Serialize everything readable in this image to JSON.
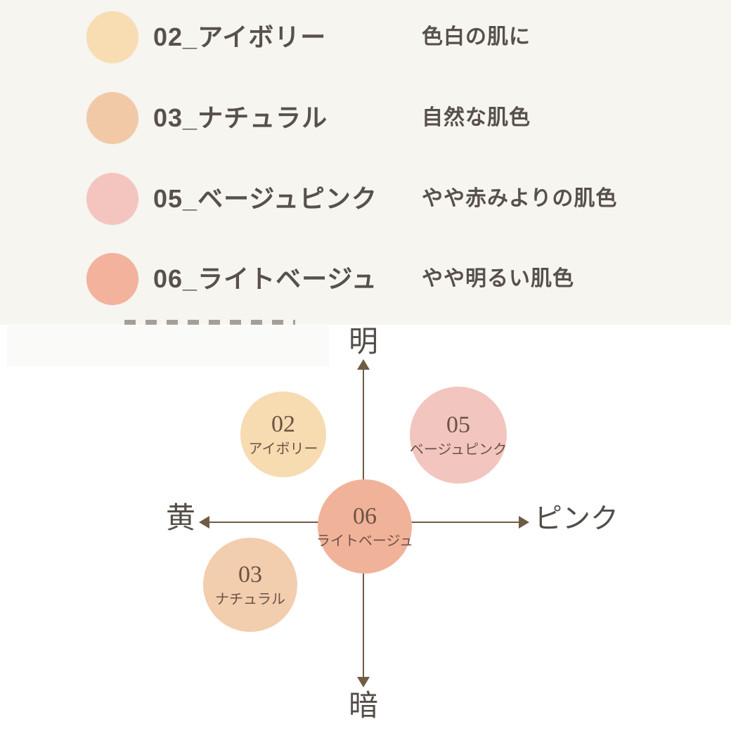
{
  "palette": {
    "page_bg": "#ffffff",
    "list_bg": "#f7f5f0",
    "list_text": "#57504b",
    "axis_color": "#6f5c45",
    "axis_label_color": "#544e48",
    "circle_text_color": "#6b5342"
  },
  "shade_list": {
    "items": [
      {
        "code": "02",
        "name": "アイボリー",
        "label": "02_アイボリー",
        "description": "色白の肌に",
        "color": "#f8dcb2"
      },
      {
        "code": "03",
        "name": "ナチュラル",
        "label": "03_ナチュラル",
        "description": "自然な肌色",
        "color": "#f2c9a6"
      },
      {
        "code": "05",
        "name": "ベージュピンク",
        "label": "05_ベージュピンク",
        "description": "やや赤みよりの肌色",
        "color": "#f4c5bf"
      },
      {
        "code": "06",
        "name": "ライトベージュ",
        "label": "06_ライトベージュ",
        "description": "やや明るい肌色",
        "color": "#f2b29b"
      }
    ]
  },
  "shade_map": {
    "type": "positioning-map",
    "axis_labels": {
      "top": "明",
      "bottom": "暗",
      "left": "黄",
      "right": "ピンク"
    },
    "points": [
      {
        "code": "02",
        "name": "アイボリー",
        "color": "#f7dbb1",
        "position": {
          "x": -0.5,
          "y": 0.56
        }
      },
      {
        "code": "05",
        "name": "ベージュピンク",
        "color": "#f2c5bf",
        "position": {
          "x": 0.58,
          "y": 0.53
        }
      },
      {
        "code": "06",
        "name": "ライトベージュ",
        "color": "#f1b29a",
        "position": {
          "x": 0.01,
          "y": -0.03
        }
      },
      {
        "code": "03",
        "name": "ナチュラル",
        "color": "#f2cdae",
        "position": {
          "x": -0.69,
          "y": -0.38
        }
      }
    ]
  }
}
